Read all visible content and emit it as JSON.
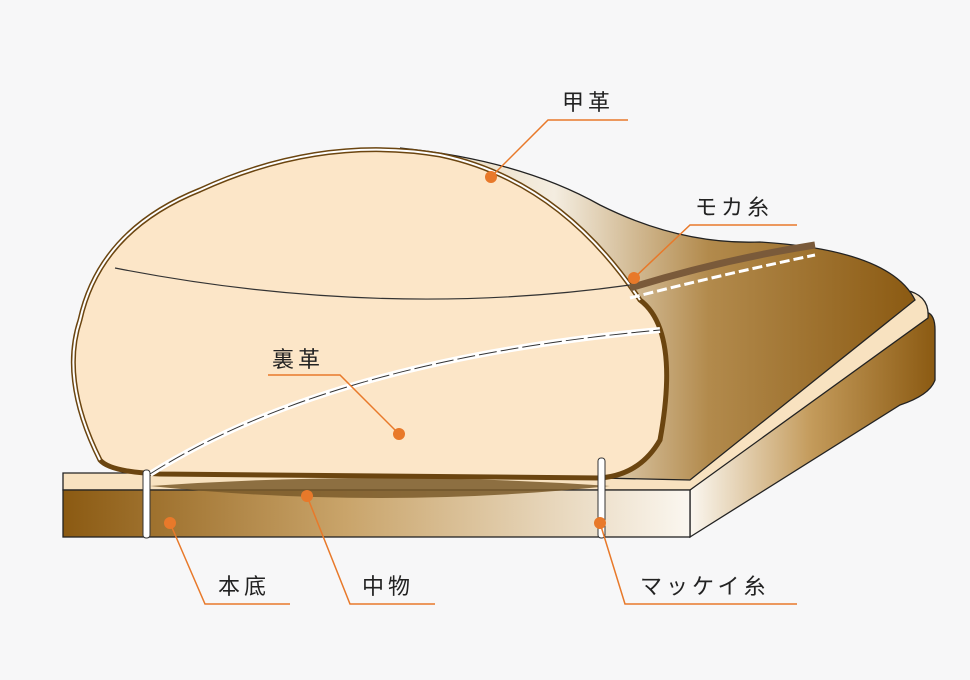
{
  "title": "Shoe construction diagram",
  "colors": {
    "leader": "#e8792a",
    "background": "#f7f7f8",
    "leather": "#8b5a12",
    "lining": "#fce6c8"
  },
  "labels": {
    "upper_leather": "甲革",
    "moc_thread": "モカ糸",
    "lining_leather": "裏革",
    "outsole": "本底",
    "filler": "中物",
    "mckay_thread": "マッケイ糸"
  }
}
